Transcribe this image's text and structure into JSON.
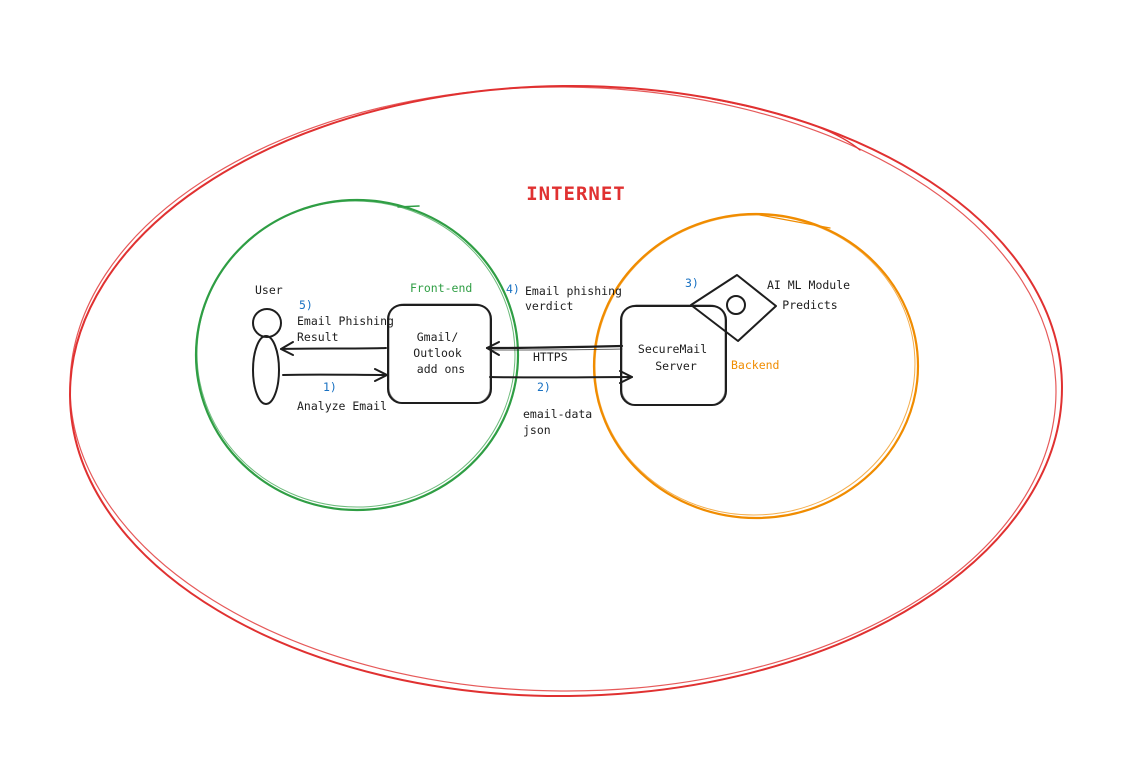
{
  "colors": {
    "internet": "#e03131",
    "frontend": "#2f9e44",
    "backend": "#f08c00",
    "step": "#1971c2",
    "ink": "#1e1e1e"
  },
  "icons": {
    "user": "person-icon",
    "ai_module": "ai-diamond-icon"
  },
  "internet": {
    "label": "INTERNET"
  },
  "frontend": {
    "label": "Front-end",
    "user_label": "User",
    "addon_lines": [
      "Gmail/",
      "Outlook",
      "add ons"
    ]
  },
  "backend": {
    "label": "Backend",
    "server_lines": [
      "SecureMail",
      "Server"
    ],
    "ai_lines": [
      "AI ML Module",
      "Predicts"
    ]
  },
  "steps": [
    {
      "num": "1)",
      "lines": [
        "Analyze Email"
      ]
    },
    {
      "num": "2)",
      "lines": [
        "email-data",
        "json"
      ]
    },
    {
      "num": "3)",
      "lines": []
    },
    {
      "num": "4)",
      "lines": [
        "Email phishing",
        "verdict"
      ]
    },
    {
      "num": "5)",
      "lines": [
        "Email Phishing",
        "Result"
      ]
    }
  ],
  "protocol": {
    "label": "HTTPS"
  }
}
